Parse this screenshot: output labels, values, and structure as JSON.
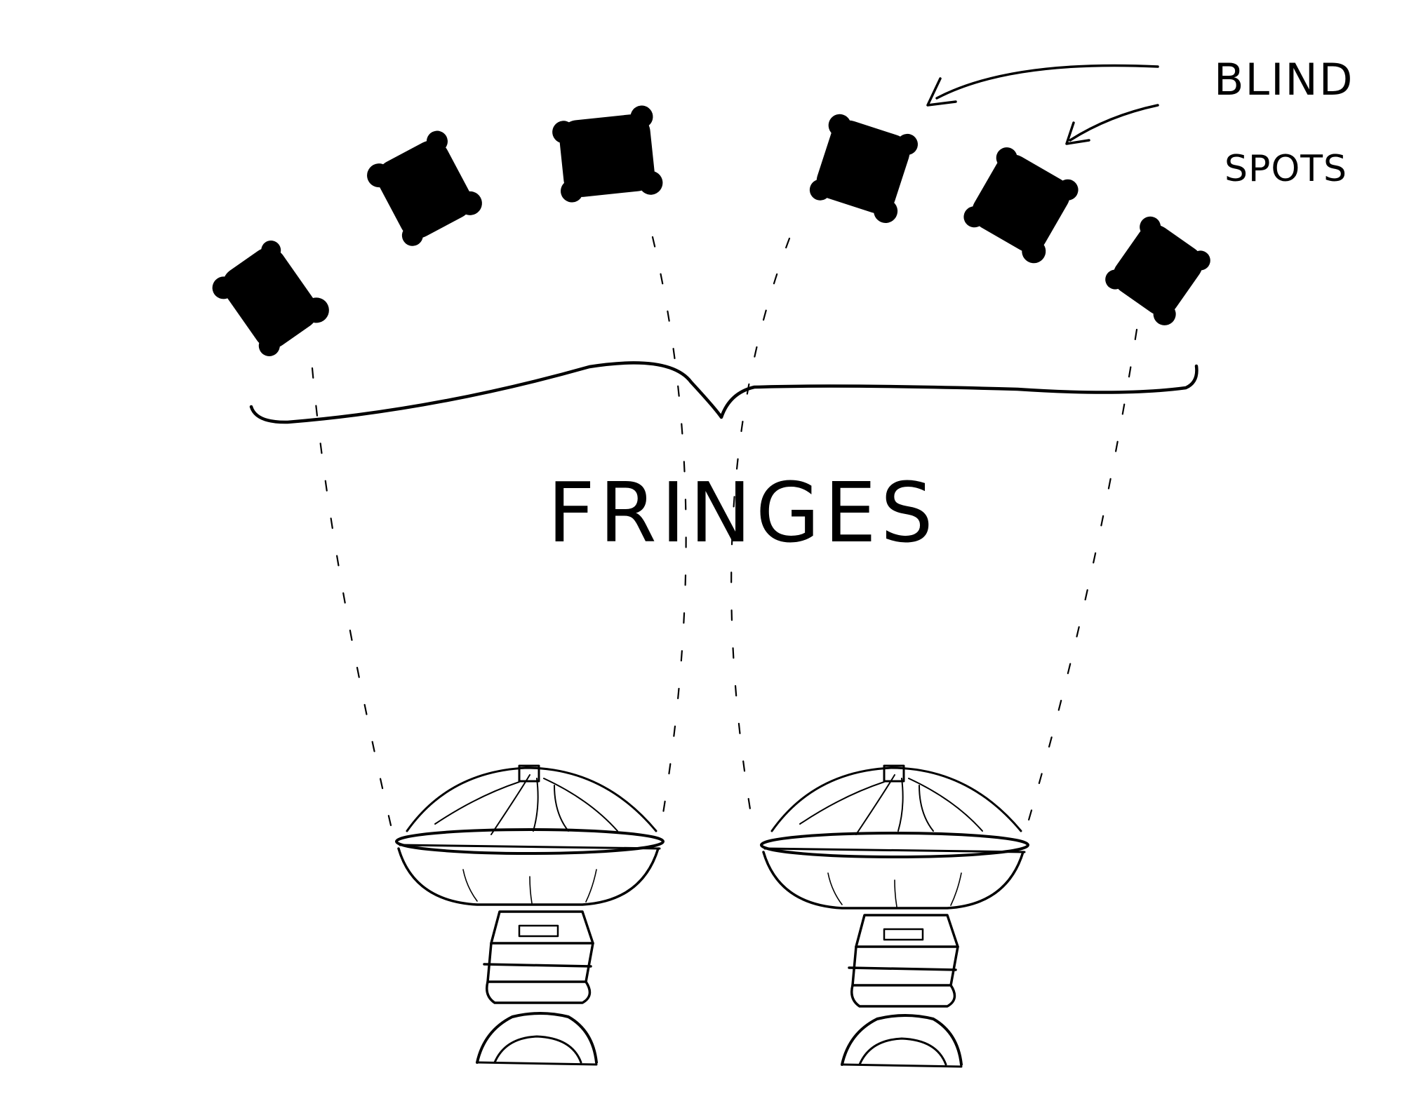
{
  "labels": {
    "fringes": "FRINGES",
    "blind": "BLIND",
    "spots": "SPOTS"
  },
  "colors": {
    "ink": "#000000",
    "background": "#ffffff"
  },
  "blind_spot_count": 6,
  "antenna_count": 2
}
